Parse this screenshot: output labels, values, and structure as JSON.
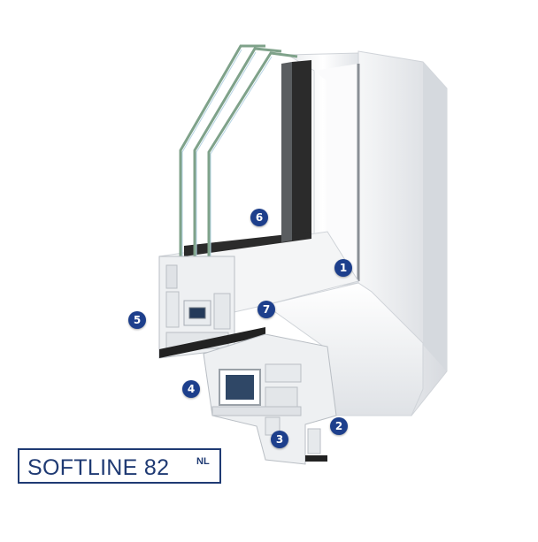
{
  "product": {
    "name": "SOFTLINE 82",
    "suffix": "NL"
  },
  "callouts": [
    {
      "number": "1"
    },
    {
      "number": "2"
    },
    {
      "number": "3"
    },
    {
      "number": "4"
    },
    {
      "number": "5"
    },
    {
      "number": "6"
    },
    {
      "number": "7"
    }
  ],
  "colors": {
    "badge": "#1d3f8c",
    "title_text": "#1f3a73",
    "frame": "#f2f3f4",
    "glass_edge": "#7fa28a",
    "gasket": "#2b2b2b",
    "spacer": "#6b4a2e"
  }
}
